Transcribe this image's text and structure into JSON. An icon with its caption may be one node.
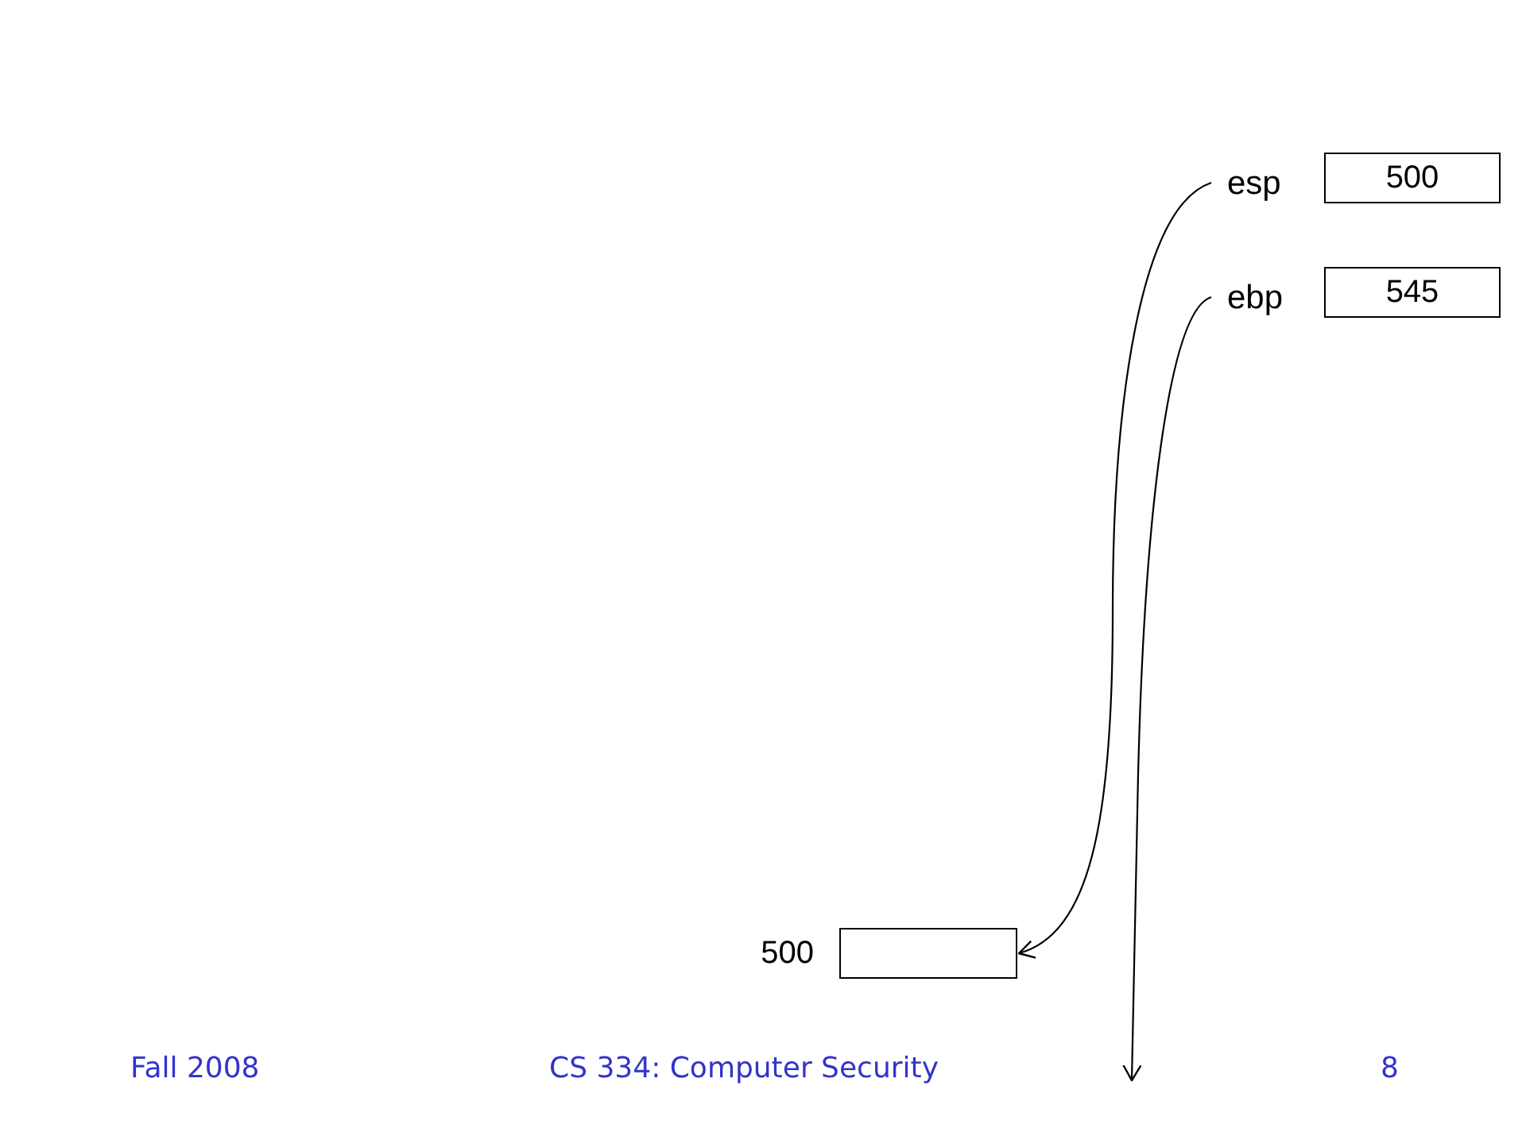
{
  "diagram": {
    "nodes": [
      {
        "text": [
          "esp"
        ]
      },
      {
        "text": [
          "500"
        ]
      },
      {
        "text": [
          "ebp"
        ]
      },
      {
        "text": [
          "545"
        ]
      },
      {
        "text": [],
        "shape": "box",
        "beside": [
          "500"
        ]
      }
    ],
    "edges": [
      {
        "from": 0,
        "to": 4,
        "arrow": "to"
      },
      {
        "from": 2,
        "to": null,
        "arrow": "to"
      }
    ],
    "labels": [
      "Fall 2008",
      "CS 334: Computer Security",
      "8"
    ]
  }
}
